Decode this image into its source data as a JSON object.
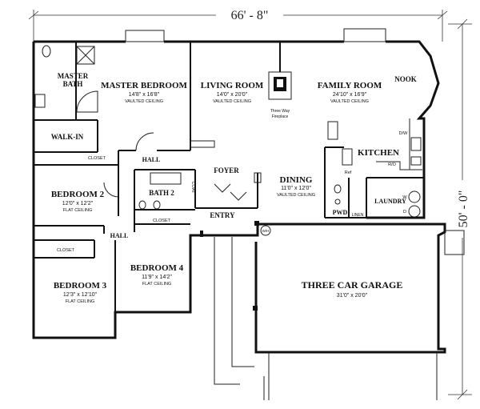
{
  "dimensions": {
    "overall_width": "66' - 8\"",
    "overall_depth": "50' - 0\""
  },
  "rooms": {
    "master_bath": {
      "line1": "MASTER",
      "line2": "BATH"
    },
    "master_bedroom": {
      "name": "MASTER BEDROOM",
      "size": "14'8\" x 16'8\"",
      "ceiling": "VAULTED CEILING"
    },
    "living_room": {
      "name": "LIVING ROOM",
      "size": "14'0\" x 20'0\"",
      "ceiling": "VAULTED CEILING"
    },
    "family_room": {
      "name": "FAMILY ROOM",
      "size": "24'10\" x 16'9\"",
      "ceiling": "VAULTED CEILING"
    },
    "nook": {
      "name": "NOOK"
    },
    "fireplace": {
      "line1": "Three Way",
      "line2": "Fireplace"
    },
    "walk_in": {
      "name": "WALK-IN"
    },
    "closet_b2": {
      "name": "CLOSET"
    },
    "hall_upper": {
      "name": "HALL"
    },
    "foyer": {
      "name": "FOYER"
    },
    "kitchen": {
      "name": "KITCHEN"
    },
    "dining": {
      "name": "DINING",
      "size": "11'0\" x 12'0\"",
      "ceiling": "VAULTED CEILING"
    },
    "bedroom2": {
      "name": "BEDROOM 2",
      "size": "12'0\" x 12'2\"",
      "ceiling": "FLAT CEILING"
    },
    "bath2": {
      "name": "BATH 2"
    },
    "coat": {
      "name": "COAT"
    },
    "closet_b4": {
      "name": "CLOSET"
    },
    "entry": {
      "name": "ENTRY"
    },
    "pwd": {
      "name": "PWD"
    },
    "laundry": {
      "name": "LAUNDRY"
    },
    "linen": {
      "name": "LINEN"
    },
    "hall_lower": {
      "name": "HALL"
    },
    "closet_b3": {
      "name": "CLOSET"
    },
    "bedroom3": {
      "name": "BEDROOM 3",
      "size": "12'3\" x 12'10\"",
      "ceiling": "FLAT CEILING"
    },
    "bedroom4": {
      "name": "BEDROOM 4",
      "size": "11'9\" x 14'2\"",
      "ceiling": "FLAT CEILING"
    },
    "garage": {
      "name": "THREE CAR GARAGE",
      "size": "31'0\" x 20'0\""
    }
  },
  "fixtures": {
    "dw": "D/W",
    "ref": "Ref",
    "ro": "R/O",
    "wh": "W/H",
    "washer": "W",
    "dryer": "D"
  }
}
